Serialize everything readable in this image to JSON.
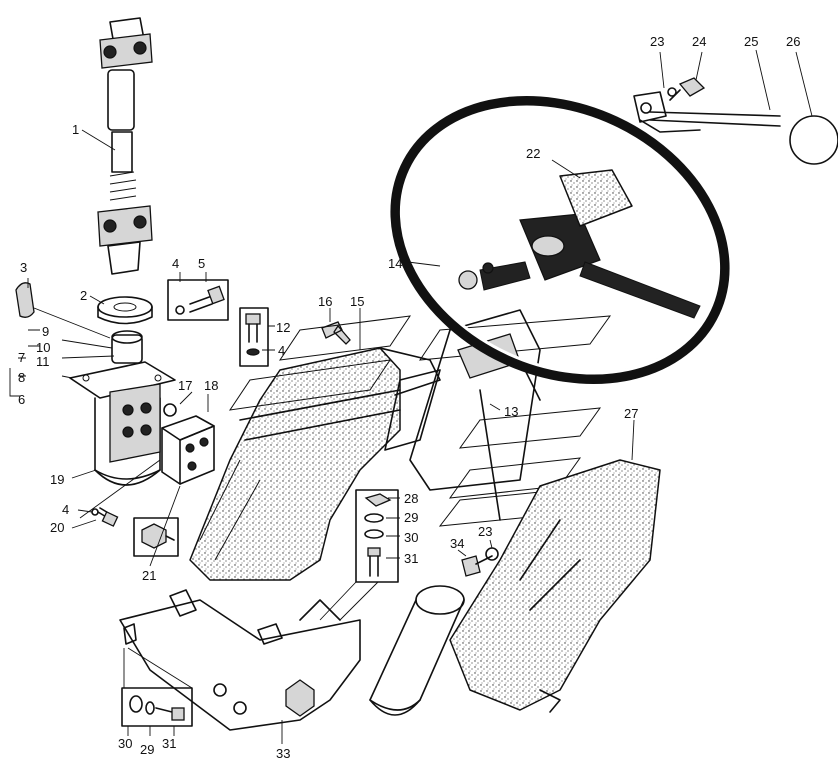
{
  "callouts": [
    {
      "n": "1"
    },
    {
      "n": "2"
    },
    {
      "n": "3"
    },
    {
      "n": "4"
    },
    {
      "n": "5"
    },
    {
      "n": "9"
    },
    {
      "n": "10"
    },
    {
      "n": "7"
    },
    {
      "n": "11"
    },
    {
      "n": "8"
    },
    {
      "n": "6"
    },
    {
      "n": "12"
    },
    {
      "n": "4"
    },
    {
      "n": "16"
    },
    {
      "n": "15"
    },
    {
      "n": "17"
    },
    {
      "n": "18"
    },
    {
      "n": "19"
    },
    {
      "n": "4"
    },
    {
      "n": "20"
    },
    {
      "n": "21"
    },
    {
      "n": "13"
    },
    {
      "n": "14"
    },
    {
      "n": "22"
    },
    {
      "n": "23"
    },
    {
      "n": "24"
    },
    {
      "n": "25"
    },
    {
      "n": "26"
    },
    {
      "n": "27"
    },
    {
      "n": "28"
    },
    {
      "n": "29"
    },
    {
      "n": "30"
    },
    {
      "n": "31"
    },
    {
      "n": "34"
    },
    {
      "n": "23"
    },
    {
      "n": "33"
    },
    {
      "n": "30"
    },
    {
      "n": "29"
    },
    {
      "n": "31"
    }
  ]
}
